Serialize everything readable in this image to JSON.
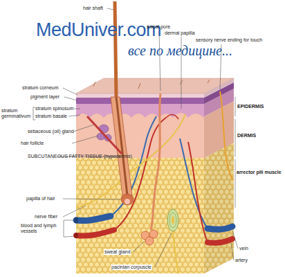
{
  "diagram": {
    "labels": [
      "MedUniver.com",
      "все по медицине...",
      "hair shaft",
      "sweat pore",
      "dermal papilla",
      "sensory nerve ending for touch",
      "stratum corneum",
      "pigment layer",
      "stratum germinativum",
      "stratum spinosum",
      "stratum basale",
      "EPIDERMIS",
      "DERMIS",
      "arrector pili muscle",
      "sebaceous (oil) gland",
      "hair follicle",
      "SUBCUTANEOUS FATTY TISSUE (hypodermis)",
      "papilla of hair",
      "nerve fiber",
      "blood and lymph vessels",
      "vein",
      "artery",
      "sweat gland",
      "pacinian corpuscle"
    ]
  }
}
